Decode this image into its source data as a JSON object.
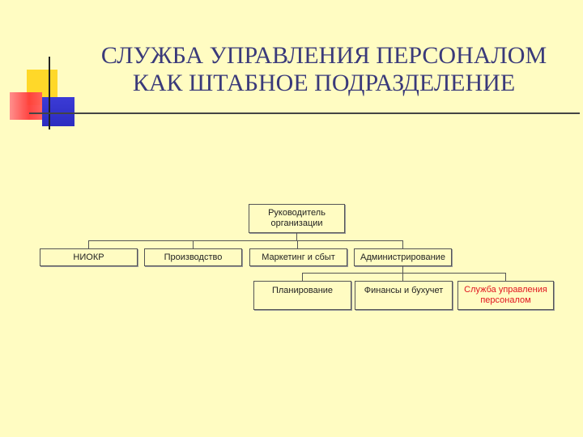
{
  "title": {
    "line1": "СЛУЖБА УПРАВЛЕНИЯ ПЕРСОНАЛОМ",
    "line2": "КАК ШТАБНОЕ ПОДРАЗДЕЛЕНИЕ"
  },
  "org_chart": {
    "root": "Руководитель организации",
    "level1": [
      "НИОКР",
      "Производство",
      "Маркетинг и сбыт",
      "Администрирование"
    ],
    "level2": [
      "Планирование",
      "Финансы и бухучет",
      "Служба управления персоналом"
    ]
  },
  "colors": {
    "background": "#fffcc2",
    "title": "#3a3a7a",
    "highlight": "#e0141e"
  }
}
